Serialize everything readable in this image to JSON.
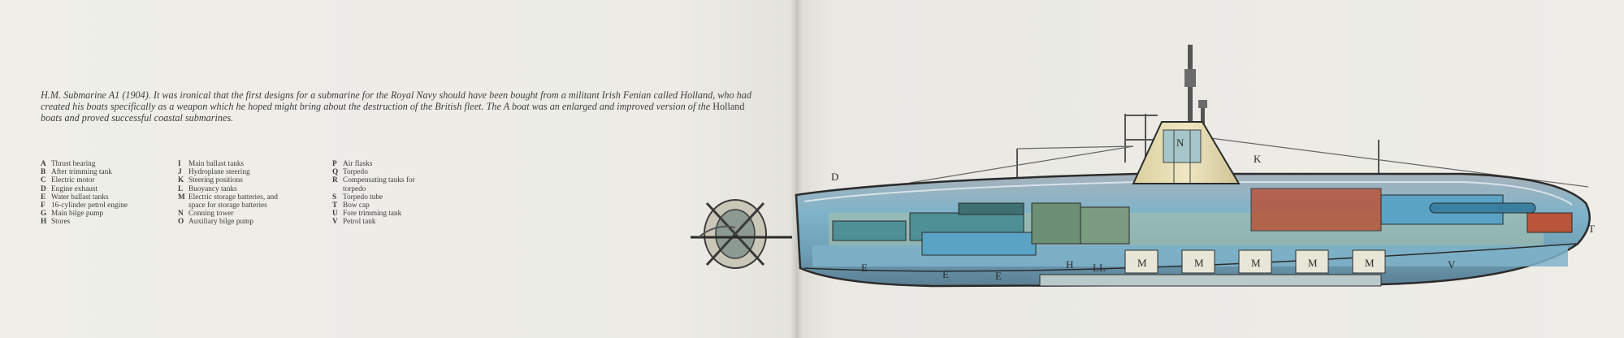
{
  "caption": {
    "italic_part": "H.M. Submarine A1 (1904). It was ironical that the first designs for a submarine for the Royal Navy should have been bought from a militant Irish Fenian called Holland, who had created his boats specifically as a weapon which he hoped might bring about the destruction of the British fleet. The A boat was an enlarged and improved version of the",
    "plain_part": "Holland",
    "italic_end": "boats and proved successful coastal submarines."
  },
  "legend": {
    "col1": [
      {
        "key": "A",
        "text": "Thrust bearing"
      },
      {
        "key": "B",
        "text": "After trimming tank"
      },
      {
        "key": "C",
        "text": "Electric motor"
      },
      {
        "key": "D",
        "text": "Engine exhaust"
      },
      {
        "key": "E",
        "text": "Water ballast tanks"
      },
      {
        "key": "F",
        "text": "16-cylinder petrol engine"
      },
      {
        "key": "G",
        "text": "Main bilge pump"
      },
      {
        "key": "H",
        "text": "Stores"
      }
    ],
    "col2": [
      {
        "key": "I",
        "text": "Main ballast tanks"
      },
      {
        "key": "J",
        "text": "Hydroplane steering"
      },
      {
        "key": "K",
        "text": "Steering positions"
      },
      {
        "key": "L",
        "text": "Buoyancy tanks"
      },
      {
        "key": "M",
        "text": "Electric storage batteries, and\nspace for storage batteries"
      },
      {
        "key": "N",
        "text": "Conning tower"
      },
      {
        "key": "O",
        "text": "Auxiliary bilge pump"
      }
    ],
    "col3": [
      {
        "key": "P",
        "text": "Air flasks"
      },
      {
        "key": "Q",
        "text": "Torpedo"
      },
      {
        "key": "R",
        "text": "Compensating tanks for\ntorpedo"
      },
      {
        "key": "S",
        "text": "Torpedo tube"
      },
      {
        "key": "T",
        "text": "Bow cap"
      },
      {
        "key": "U",
        "text": "Fore trimming tank"
      },
      {
        "key": "V",
        "text": "Petrol tank"
      }
    ]
  },
  "callouts": {
    "D": "D",
    "K": "K",
    "T": "T",
    "N": "N",
    "H": "H",
    "LL": "LL",
    "M1": "M",
    "M2": "M",
    "M3": "M",
    "M4": "M",
    "M5": "M",
    "E1": "E",
    "E2": "E",
    "E3": "E",
    "V": "V"
  },
  "colors": {
    "hull_outer": "#8fa0ae",
    "hull_blue": "#7fb3c9",
    "interior_green": "#9fb5a0",
    "machinery_teal": "#4f8f96",
    "tank_red": "#b8553a",
    "tower_cream": "#e9e0b8",
    "outline": "#2b2b2b"
  }
}
